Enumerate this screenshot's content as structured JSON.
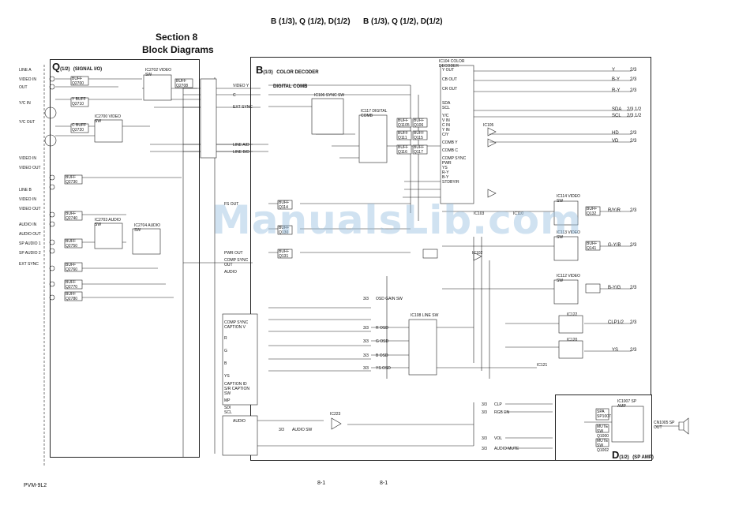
{
  "header": {
    "pages_left": "B (1/3), Q (1/2), D(1/2)",
    "pages_right": "B (1/3), Q (1/2), D(1/2)",
    "section": "Section 8",
    "subtitle": "Block Diagrams"
  },
  "boards": {
    "q": {
      "letter": "Q",
      "frac": "(1/2)",
      "name": "(SIGNAL I/O)"
    },
    "b": {
      "letter": "B",
      "frac": "(1/3)",
      "name1": "COLOR DECODER",
      "name2": "DIGITAL COMB"
    },
    "d": {
      "letter": "D",
      "frac": "(1/2)",
      "name": "(SP AMP)"
    }
  },
  "left_io": [
    "LINE A",
    "VIDEO IN",
    "OUT",
    "Y/C IN",
    "Y/C OUT",
    "VIDEO IN",
    "VIDEO OUT",
    "LINE B",
    "VIDEO IN",
    "VIDEO OUT",
    "AUDIO IN",
    "AUDIO OUT",
    "SP AUDIO 1",
    "SP AUDIO 2",
    "EXT SYNC"
  ],
  "q_blocks": [
    "BUFF Q2700",
    "Y BUFF Q2710",
    "C BUFF Q2720",
    "IC2700 VIDEO SW",
    "IC2702 VIDEO SW",
    "BUFF Q2708",
    "BUFF Q2730",
    "BUFF Q2740",
    "BUFF Q2750",
    "BUFF Q2760",
    "BUFF Q2770",
    "BUFF Q2780",
    "IC2703 AUDIO SW",
    "IC2704 AUDIO SW"
  ],
  "b_blocks": [
    "IC106 SYNC SW",
    "IC117 DIGITAL COMB",
    "IC104 COLOR DECODER",
    "IC105",
    "IC103",
    "IC110",
    "IC114 VIDEO SW",
    "IC113 VIDEO SW",
    "IC112 VIDEO SW",
    "IC108 LINE SW",
    "IC223",
    "IC122",
    "IC120",
    "IC121",
    "IC102"
  ],
  "b_buffers": [
    "BUFF Q1105",
    "BUFF Q106",
    "BUFF Q111",
    "BUFF Q115",
    "BUFF Q116",
    "BUFF Q117",
    "BUFF Q114",
    "BUFF Q130",
    "BUFF Q131",
    "BUFF Q132",
    "BUFF Q141"
  ],
  "cn_left": [
    "VIDEO Y",
    "C",
    "EXT SYNC",
    "LINE A/D",
    "LINE B/D",
    "AUDIO"
  ],
  "cn_mid": [
    "FS OUT",
    "PWR OUT",
    "COMP SYNC OUT",
    "AUDIO",
    "COMP SYNC",
    "CAPTION V",
    "R",
    "G",
    "B",
    "YS",
    "CAPTION ID",
    "S/R CAPTION SW",
    "MP",
    "SDI",
    "SCL"
  ],
  "decoder_pins": [
    "Y OUT",
    "CB OUT",
    "CR OUT",
    "SDA",
    "SCL",
    "Y/C",
    "V IN",
    "C IN",
    "Y IN",
    "C/Y",
    "COMB Y",
    "COMB C",
    "COMP SYNC",
    "PWR",
    "YS",
    "R-Y",
    "B-Y",
    "STDBY/R"
  ],
  "right_outputs": [
    {
      "label": "Y",
      "page": "2/3"
    },
    {
      "label": "B-Y",
      "page": "2/3"
    },
    {
      "label": "R-Y",
      "page": "2/3"
    },
    {
      "label": "SDA",
      "page": "2/3,1/2"
    },
    {
      "label": "SCL",
      "page": "2/3,1/2"
    },
    {
      "label": "HD",
      "page": "2/3"
    },
    {
      "label": "VD",
      "page": "2/3"
    },
    {
      "label": "R/Y/R",
      "page": "2/3"
    },
    {
      "label": "G-Y/B",
      "page": "2/3"
    },
    {
      "label": "B-Y/G",
      "page": "2/3"
    },
    {
      "label": "CLP1/2",
      "page": "2/3"
    },
    {
      "label": "YS",
      "page": "2/3"
    }
  ],
  "bottom_ctrl": [
    {
      "page": "3/3",
      "label": "R OSD"
    },
    {
      "page": "3/3",
      "label": "G OSD"
    },
    {
      "page": "3/3",
      "label": "B OSD"
    },
    {
      "page": "3/3",
      "label": "YS OSD"
    },
    {
      "page": "3/3",
      "label": "OSD GAIN SW"
    },
    {
      "page": "3/3",
      "label": "AUDIO SW"
    },
    {
      "page": "3/3",
      "label": "CLP"
    },
    {
      "page": "3/3",
      "label": "RGB EN"
    },
    {
      "page": "3/3",
      "label": "VOL"
    },
    {
      "page": "3/3",
      "label": "AUDIO MUTE"
    }
  ],
  "d_blocks": [
    "IC1007 SP AMP",
    "SPA SP1007",
    "MUTE SW Q1000",
    "MUTE SW Q1002",
    "CN1005 SP OUT"
  ],
  "footer": {
    "model": "PVM-9L2",
    "page_left": "8-1",
    "page_right": "8-1"
  },
  "watermark": "ManualsLib.com"
}
